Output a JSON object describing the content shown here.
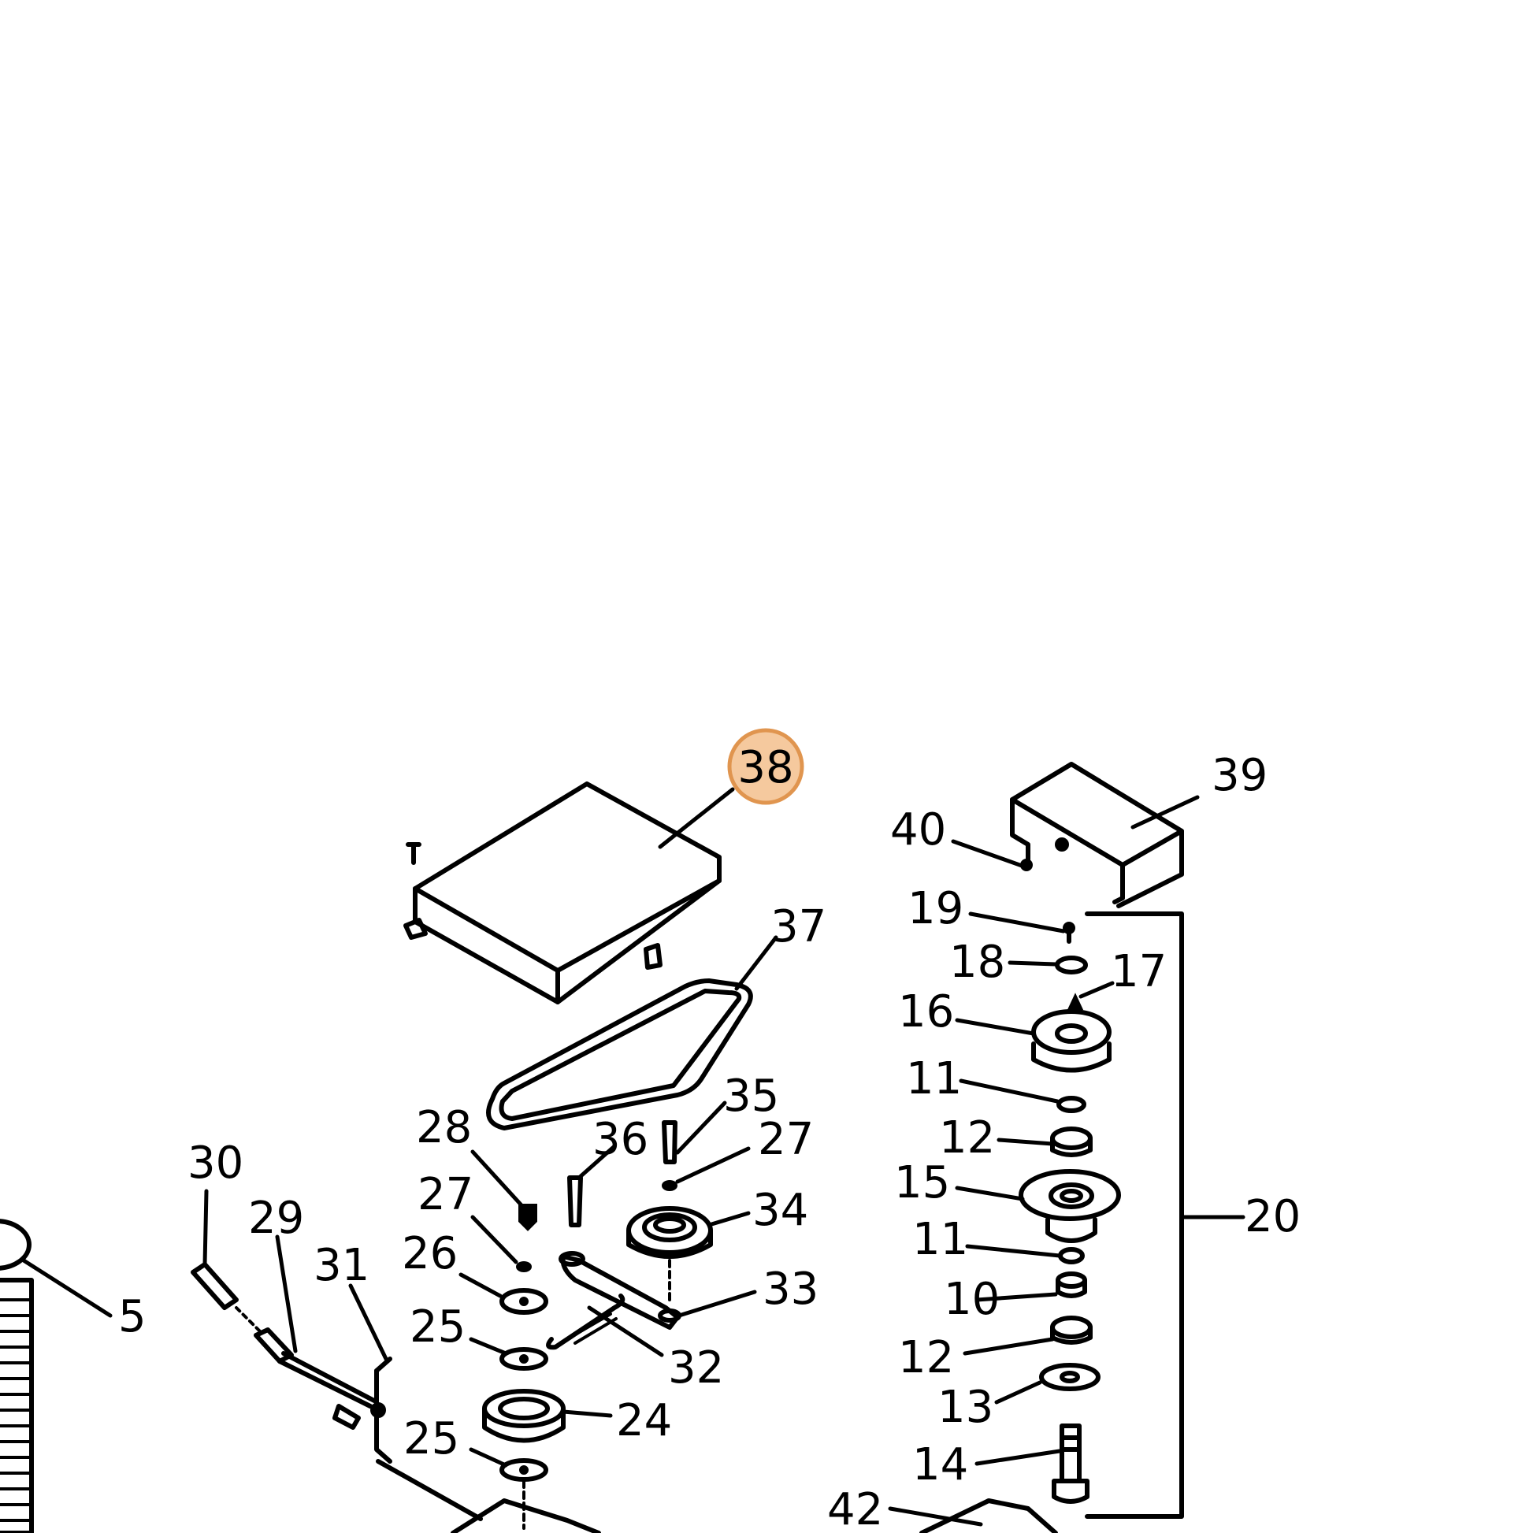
{
  "highlight": {
    "label": "38",
    "fill": "#f5c99e",
    "stroke": "#e0954f"
  },
  "labels": {
    "p5": "5",
    "p10": "10",
    "p11a": "11",
    "p11b": "11",
    "p12a": "12",
    "p12b": "12",
    "p13": "13",
    "p14": "14",
    "p15": "15",
    "p16": "16",
    "p17": "17",
    "p18": "18",
    "p19": "19",
    "p20": "20",
    "p24": "24",
    "p25a": "25",
    "p25b": "25",
    "p26": "26",
    "p27a": "27",
    "p27b": "27",
    "p28": "28",
    "p29": "29",
    "p30": "30",
    "p31": "31",
    "p32": "32",
    "p33": "33",
    "p34": "34",
    "p35": "35",
    "p36": "36",
    "p37": "37",
    "p39": "39",
    "p40": "40",
    "p42": "42"
  }
}
